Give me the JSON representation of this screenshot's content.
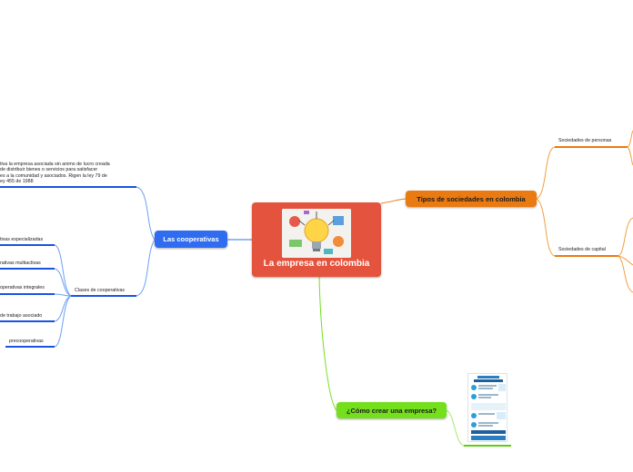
{
  "central": {
    "title": "La empresa en colombia",
    "image_icon": "lightbulb-business-icon"
  },
  "main_topics": {
    "cooperativas": {
      "label": "Las cooperativas"
    },
    "tipos": {
      "label": "Tipos de sociedades en colombia"
    },
    "crear": {
      "label": "¿Cómo crear una empresa?"
    }
  },
  "cooperativas_children": {
    "definition": {
      "lines": [
        "tiva la empresa asociada sin animo de lucro creada",
        "de distribuir bienes o servicios para satisfacer",
        "es a la comunidad y asociados. Rigen la ley 79 de",
        "ey 455 de 1988"
      ]
    },
    "clases_label": "Clases de cooperativas",
    "clases": [
      "tivas especializadas",
      "rativas multiactivas",
      "operativas integrales",
      "de trabajo asociado",
      "precooperativas"
    ]
  },
  "tipos_children": {
    "personas": "Sociedades de personas",
    "capital": "Sociedades de capital"
  },
  "crear_children": {
    "infographic_icon": "infographic-image-icon"
  },
  "colors": {
    "central": "#e4533d",
    "cooperativas": "#2f6cf0",
    "tipos": "#ea7a12",
    "crear": "#74e01c"
  }
}
